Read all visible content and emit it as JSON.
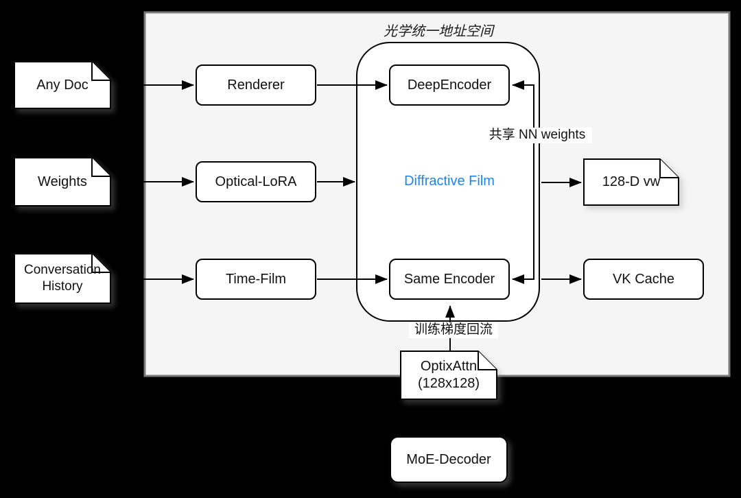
{
  "title": "光学统一地址空间",
  "colors": {
    "background": "#000000",
    "outer_container_fill": "#f5f5f5",
    "outer_container_border": "#7b7b7b",
    "node_fill": "#ffffff",
    "node_border": "#000000",
    "accent_blue": "#1d86e8",
    "text": "#111111"
  },
  "nodes": {
    "any_doc": "Any Doc",
    "weights": "Weights",
    "conversation_history": "Conversation History",
    "renderer": "Renderer",
    "optical_lora": "Optical-LoRA",
    "time_film": "Time-Film",
    "deep_encoder": "DeepEncoder",
    "diffractive_film": "Diffractive Film",
    "same_encoder": "Same Encoder",
    "vw_128": "128-D vw",
    "vk_cache": "VK Cache",
    "optixattn_line1": "OptixAttn",
    "optixattn_line2": "(128x128)",
    "moe_decoder": "MoE-Decoder"
  },
  "labels": {
    "shared_weights": "共享 NN weights",
    "gradient_backflow": "训练梯度回流"
  }
}
